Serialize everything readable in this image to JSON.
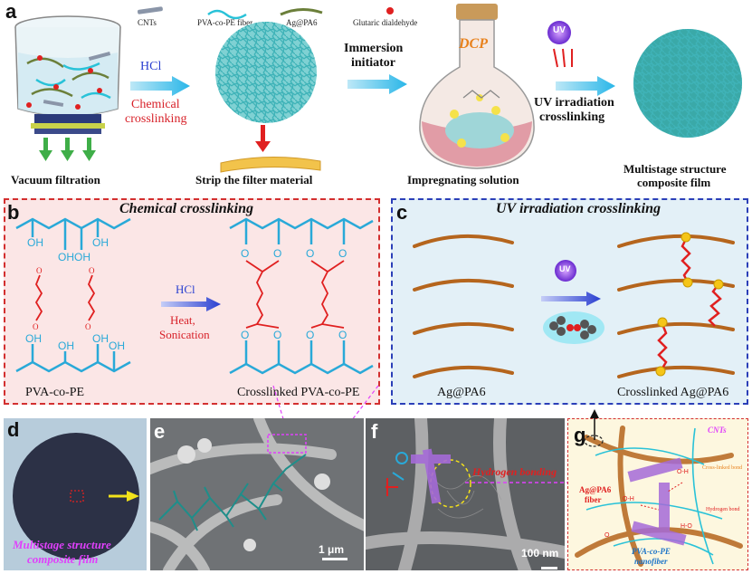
{
  "panel_a": {
    "letter": "a",
    "legend": {
      "cnts": "CNTs",
      "pva": "PVA-co-PE fiber",
      "ag": "Ag@PA6",
      "glutaric": "Glutaric dialdehyde"
    },
    "hcl": "HCl",
    "chem1": "Chemical",
    "chem2": "crosslinking",
    "immersion1": "Immersion",
    "immersion2": "initiator",
    "dcp": "DCP",
    "uv_badge": "UV",
    "uv1": "UV irradiation",
    "uv2": "crosslinking",
    "cap_vacuum": "Vacuum filtration",
    "cap_strip": "Strip the filter material",
    "cap_impreg": "Impregnating solution",
    "cap_multi1": "Multistage structure",
    "cap_multi2": "composite film"
  },
  "panel_b": {
    "letter": "b",
    "title": "Chemical crosslinking",
    "oh": "OH",
    "o": "O",
    "hcl": "HCl",
    "heat": "Heat,",
    "sonic": "Sonication",
    "left_label": "PVA-co-PE",
    "right_label": "Crosslinked PVA-co-PE"
  },
  "panel_c": {
    "letter": "c",
    "title": "UV irradiation crosslinking",
    "uv_badge": "UV",
    "left_label": "Ag@PA6",
    "right_label": "Crosslinked Ag@PA6"
  },
  "panel_d": {
    "letter": "d",
    "caption1": "Multistage structure",
    "caption2": "composite film"
  },
  "panel_e": {
    "letter": "e",
    "scale": "1 μm"
  },
  "panel_f": {
    "letter": "f",
    "hbond": "Hydrogen bonding",
    "scale": "100 nm"
  },
  "panel_g": {
    "letter": "g",
    "cnts": "CNTs",
    "crosslinked_bond": "Cross-linked bond",
    "hydrogen_bond": "Hydrogen bond",
    "ag_fiber1": "Ag@PA6",
    "ag_fiber2": "fiber",
    "pva1": "PVA-co-PE",
    "pva2": "nanofiber"
  },
  "colors": {
    "fiber_brown": "#b5651d",
    "pva_blue": "#29a9d8",
    "link_red": "#e02020",
    "b_border": "#d32f2f",
    "c_border": "#2b3fb8",
    "magenta": "#e040fb"
  }
}
